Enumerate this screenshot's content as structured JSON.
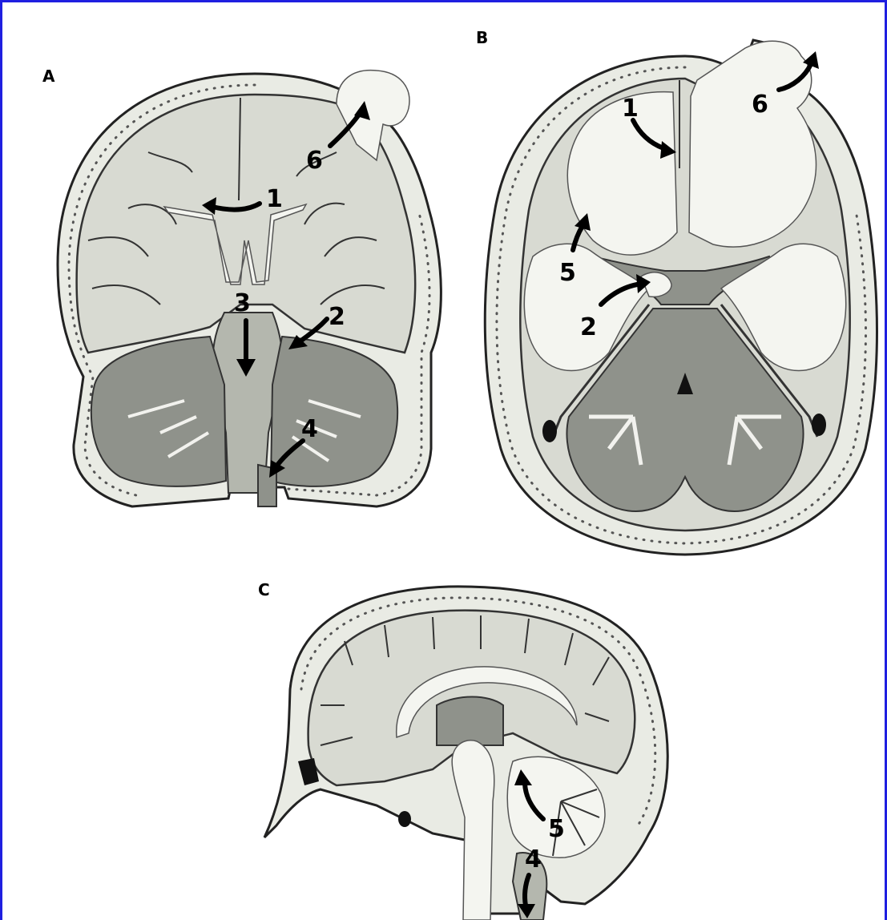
{
  "figure": {
    "panels": [
      {
        "id": "A",
        "label": "A",
        "numbers": [
          "1",
          "2",
          "3",
          "4",
          "6"
        ]
      },
      {
        "id": "B",
        "label": "B",
        "numbers": [
          "1",
          "2",
          "5",
          "6"
        ]
      },
      {
        "id": "C",
        "label": "C",
        "numbers": [
          "4",
          "5"
        ]
      }
    ]
  },
  "colors": {
    "frame": "#1f1fe0",
    "bone": "#e9ebe4",
    "brain": "#d8dad2",
    "cerebellum": "#8f928b"
  }
}
